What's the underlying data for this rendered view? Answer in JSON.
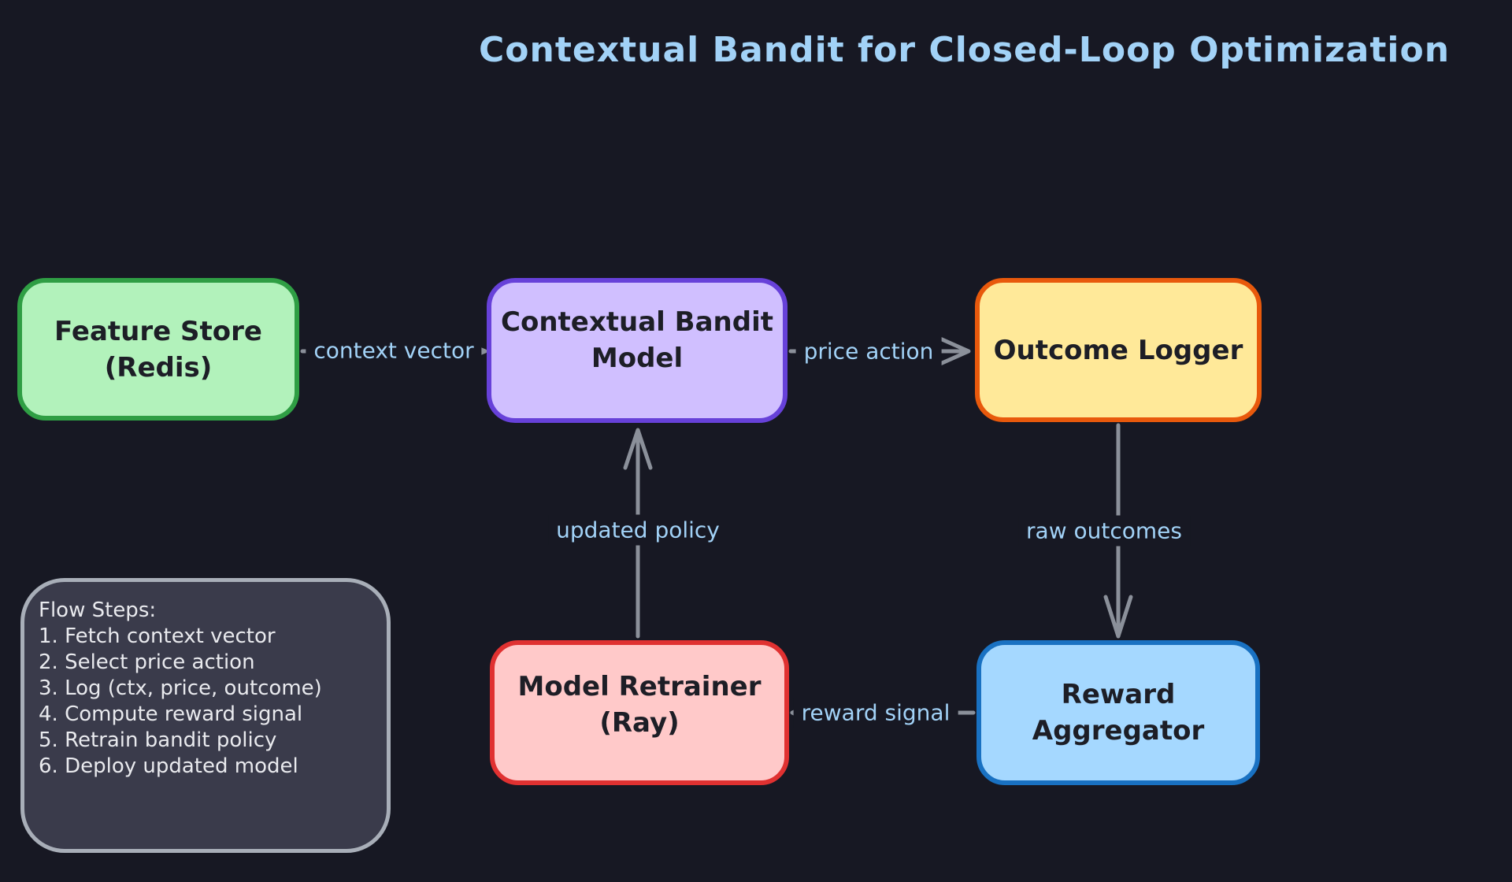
{
  "title": "Contextual Bandit for Closed-Loop Optimization",
  "colors": {
    "background": "#171823",
    "title_text": "#a2d2f7",
    "edge_label_text": "#a2d2f7",
    "arrow": "#8b909a",
    "node_text": "#1d1e26",
    "panel_fill": "#3a3b4b",
    "panel_border": "#a8aeb8",
    "panel_text": "#e9eaee"
  },
  "nodes": {
    "feature_store": {
      "lines": [
        "Feature Store",
        "(Redis)"
      ],
      "fill": "#b2f2bb",
      "border": "#2f9e44"
    },
    "bandit_model": {
      "lines": [
        "Contextual Bandit",
        "Model"
      ],
      "fill": "#d0bfff",
      "border": "#6741d9"
    },
    "outcome_logger": {
      "lines": [
        "Outcome Logger"
      ],
      "fill": "#ffe999",
      "border": "#e8590c"
    },
    "model_retrainer": {
      "lines": [
        "Model Retrainer",
        "(Ray)"
      ],
      "fill": "#ffc9c9",
      "border": "#e03131"
    },
    "reward_aggregator": {
      "lines": [
        "Reward Aggregator"
      ],
      "fill": "#a5d8ff",
      "border": "#1971c2"
    }
  },
  "edges": {
    "context_vector": {
      "label": "context vector"
    },
    "price_action": {
      "label": "price action"
    },
    "raw_outcomes": {
      "label": "raw outcomes"
    },
    "updated_policy": {
      "label": "updated policy"
    },
    "reward_signal": {
      "label": "reward signal"
    }
  },
  "flow_steps": {
    "heading": "Flow Steps:",
    "items": [
      "1. Fetch context vector",
      "2. Select price action",
      "3. Log (ctx, price, outcome)",
      "4. Compute reward signal",
      "5. Retrain bandit policy",
      "6. Deploy updated model"
    ]
  }
}
